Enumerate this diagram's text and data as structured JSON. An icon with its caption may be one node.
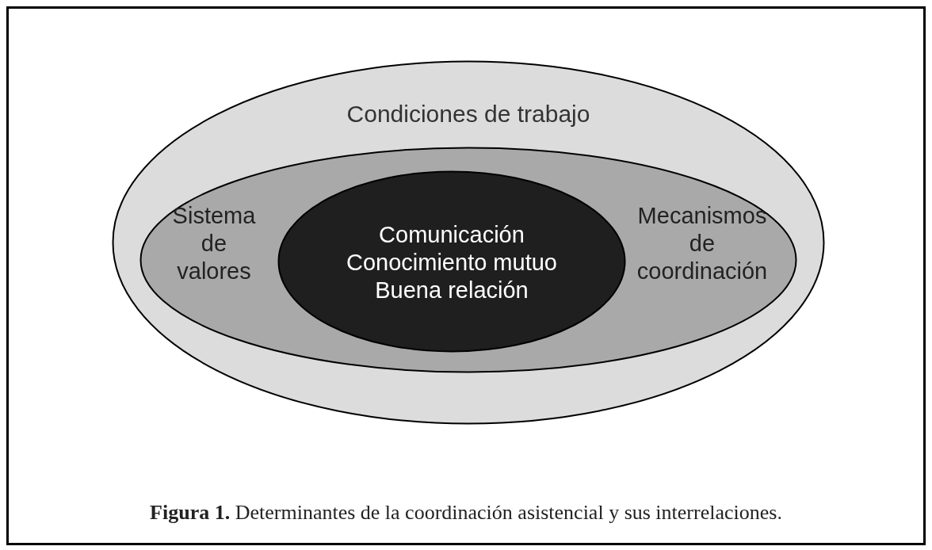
{
  "diagram": {
    "caption": "**Figura 1.** Determinantes de la coordinación asistencial y sus interrelaciones.",
    "nodes": [
      {
        "text": [
          "Condiciones de trabajo"
        ]
      },
      {
        "text": [
          "Sistema de valores",
          "Mecanismos de coordinación"
        ],
        "in": 0
      },
      {
        "text": [
          "Comunicación",
          "Conocimiento mutuo",
          "Buena relación"
        ],
        "in": 1
      }
    ]
  }
}
